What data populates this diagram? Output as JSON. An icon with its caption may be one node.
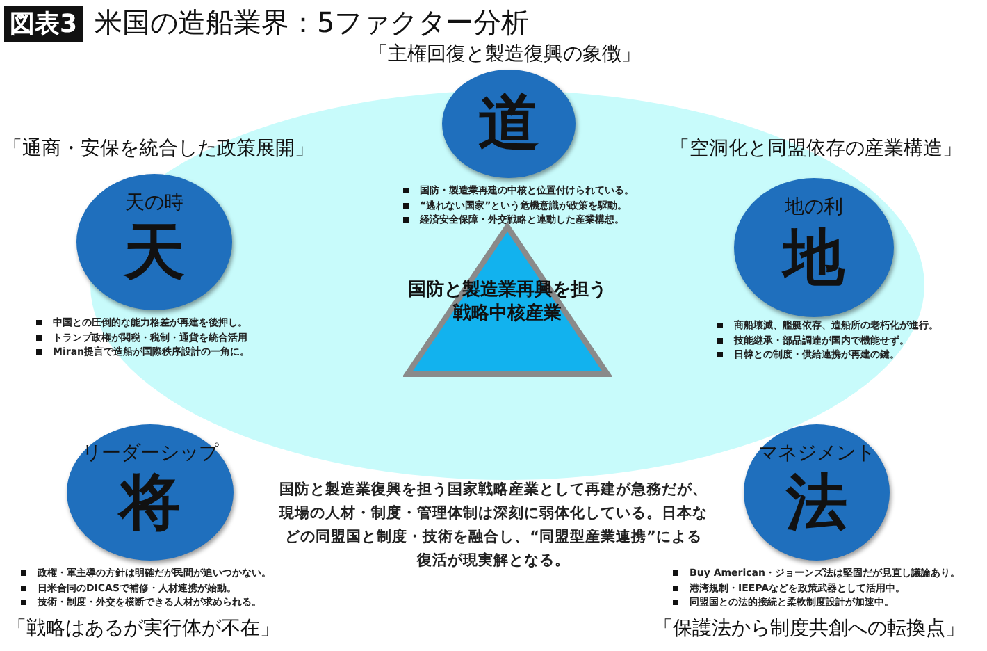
{
  "diagram": {
    "title": "米国の造船業界：5ファクター分析",
    "nodes": [
      {
        "text": [
          "道"
        ],
        "beside": [
          "「主権回復と製造復興の象徴」",
          "国防・製造業再建の中核と位置付けられている。",
          "“逃れない国家”という危機意識が政策を駆動。",
          "経済安全保障・外交戦略と連動した産業構想。"
        ]
      },
      {
        "text": [
          "天の時",
          "天"
        ],
        "beside": [
          "「通商・安保を統合した政策展開」",
          "中国との圧倒的な能力格差が再建を後押し。",
          "トランプ政権が関税・税制・通貨を統合活用",
          "Miran提言で造船が国際秩序設計の一角に。"
        ]
      },
      {
        "text": [
          "地の利",
          "地"
        ],
        "beside": [
          "「空洞化と同盟依存の産業構造」",
          "商船壊滅、艦艇依存、造船所の老朽化が進行。",
          "技能継承・部品調達が国内で機能せず。",
          "日韓との制度・供給連携が再建の鍵。"
        ]
      },
      {
        "text": [
          "国防と製造業再興を担う戦略中核産業"
        ]
      },
      {
        "text": [
          "リーダーシップ",
          "将"
        ],
        "beside": [
          "「戦略はあるが実行体が不在」",
          "政権・軍主導の方針は明確だが民間が追いつかない。",
          "日米合同のDICASで補修・人材連携が始動。",
          "技術・制度・外交を横断できる人材が求められる。"
        ]
      },
      {
        "text": [
          "マネジメント",
          "法"
        ],
        "beside": [
          "「保護法から制度共創への転換点」",
          "Buy American・ジョーンズ法は堅固だが見直し議論あり。",
          "港湾規制・IEEPAなどを政策武器として活用中。",
          "同盟国との法的接続と柔軟制度設計が加速中。"
        ]
      }
    ],
    "labels": [
      "図表3",
      "国防と製造業復興を担う国家戦略産業として再建が急務だが、現場の人材・制度・管理体制は深刻に弱体化している。日本などの同盟国と制度・技術を融合し、“同盟型産業連携”による復活が現実解となる。"
    ]
  }
}
